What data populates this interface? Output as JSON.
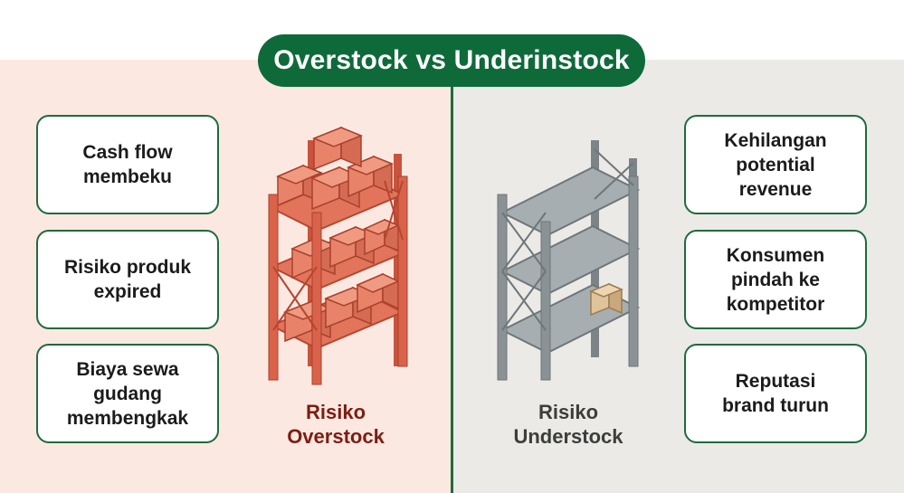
{
  "title": "Overstock vs Underinstock",
  "left": {
    "cards": [
      "Cash flow\nmembeku",
      "Risiko produk\nexpired",
      "Biaya sewa\ngudang\nmembengkak"
    ],
    "caption": "Risiko\nOverstock"
  },
  "right": {
    "cards": [
      "Kehilangan\npotential\nrevenue",
      "Konsumen\npindah ke\nkompetitor",
      "Reputasi\nbrand turun"
    ],
    "caption": "Risiko\nUnderstock"
  },
  "colors": {
    "title_bg": "#0f6a3a",
    "card_border": "#1f6b3c",
    "left_bg": "#fbe9e1",
    "right_bg": "#ebeae7",
    "overstock_caption": "#7d1d12",
    "understock_caption": "#3d3d3d",
    "box_fill": "#e8836a",
    "rack_red": "#d9634a",
    "rack_gray": "#8a9296"
  }
}
